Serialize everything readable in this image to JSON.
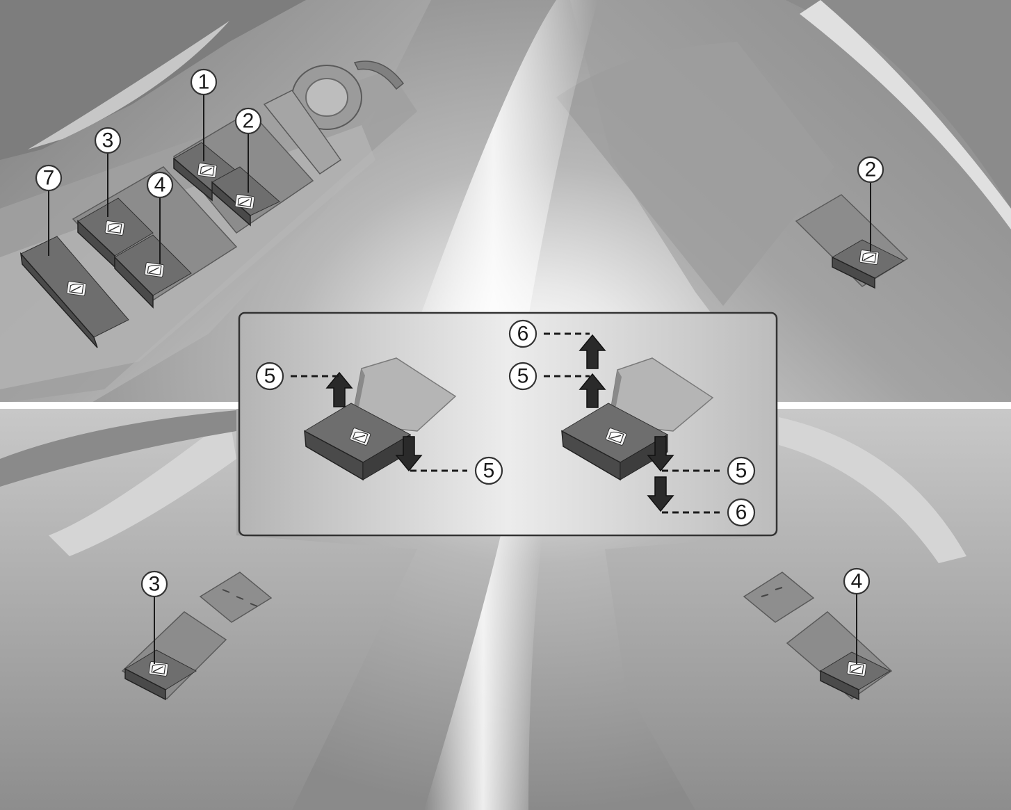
{
  "callouts": {
    "c1": "1",
    "c2_main": "2",
    "c2_right": "2",
    "c3_main": "3",
    "c3_bottom": "3",
    "c4_main": "4",
    "c4_bottom": "4",
    "c7": "7",
    "c5_left_up": "5",
    "c5_left_down": "5",
    "c5_right_up": "5",
    "c5_right_down": "5",
    "c6_right_up": "6",
    "c6_right_down": "6"
  },
  "colors": {
    "background_gray": "#9a9a9a",
    "highlight": "#ffffff",
    "inset_background": "#bdbdbd",
    "switch_dark": "#4a4a4a"
  }
}
